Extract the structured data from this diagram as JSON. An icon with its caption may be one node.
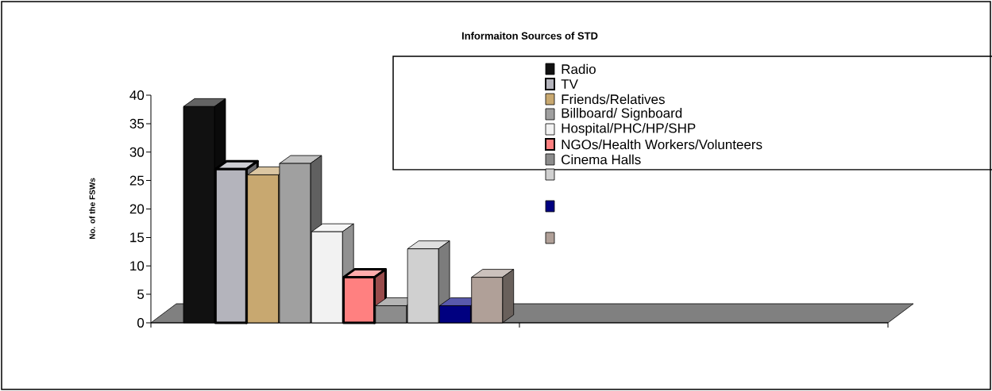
{
  "diagram": {
    "chart_data": {
      "type": "bar",
      "title": "Informaiton Sources of STD",
      "ylabel": "No. of the FSWs",
      "ylim": [
        0,
        40
      ],
      "yticks": [
        0,
        5,
        10,
        15,
        20,
        25,
        30,
        35,
        40
      ],
      "legend": "right",
      "series": [
        {
          "name": "Radio",
          "color": "#111111",
          "values": [
            38
          ]
        },
        {
          "name": "TV",
          "color": "#b4b4bc",
          "values": [
            27
          ]
        },
        {
          "name": "Friends/Relatives",
          "color": "#c8a870",
          "values": [
            26
          ]
        },
        {
          "name": "Billboard/ Signboard",
          "color": "#a0a0a0",
          "values": [
            28
          ]
        },
        {
          "name": "Hospital/PHC/HP/SHP",
          "color": "#f2f2f2",
          "values": [
            16
          ]
        },
        {
          "name": "NGOs/Health Workers/Volunteers",
          "color": "#ff8080",
          "values": [
            8
          ]
        },
        {
          "name": "Cinema Halls",
          "color": "#8c8c8c",
          "values": [
            3
          ]
        },
        {
          "color": "#d0d0d0",
          "values": [
            13
          ]
        },
        {
          "color": "#000080",
          "values": [
            3
          ]
        },
        {
          "color": "#b0a098",
          "values": [
            8
          ]
        }
      ]
    }
  }
}
